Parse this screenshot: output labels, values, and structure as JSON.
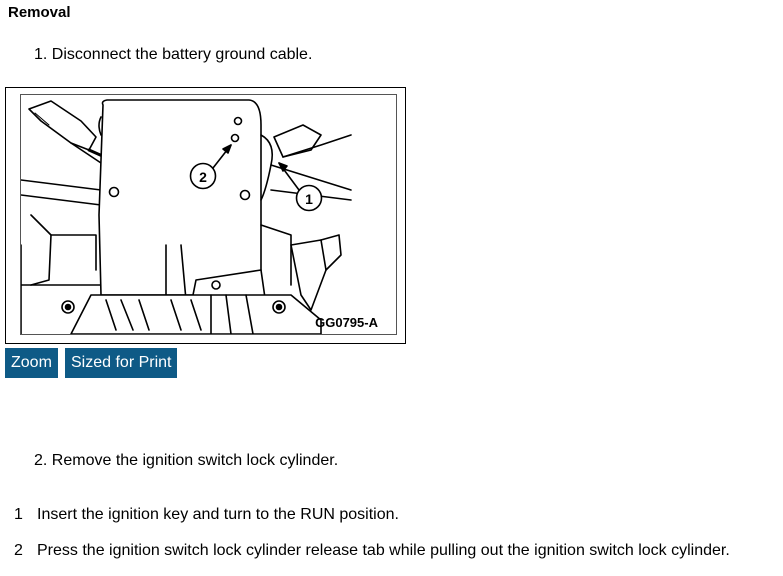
{
  "section": {
    "title": "Removal"
  },
  "steps": {
    "step1": "1. Disconnect the battery ground cable.",
    "step2": "2. Remove the ignition switch lock cylinder."
  },
  "figure": {
    "code_label": "GG0795-A",
    "callout_1": "1",
    "callout_2": "2"
  },
  "buttons": {
    "zoom": "Zoom",
    "print": "Sized for Print"
  },
  "substeps": [
    {
      "num": "1",
      "text": "Insert the ignition key and turn to the RUN position."
    },
    {
      "num": "2",
      "text": "Press the ignition switch lock cylinder release tab while pulling out the ignition switch lock cylinder."
    }
  ]
}
